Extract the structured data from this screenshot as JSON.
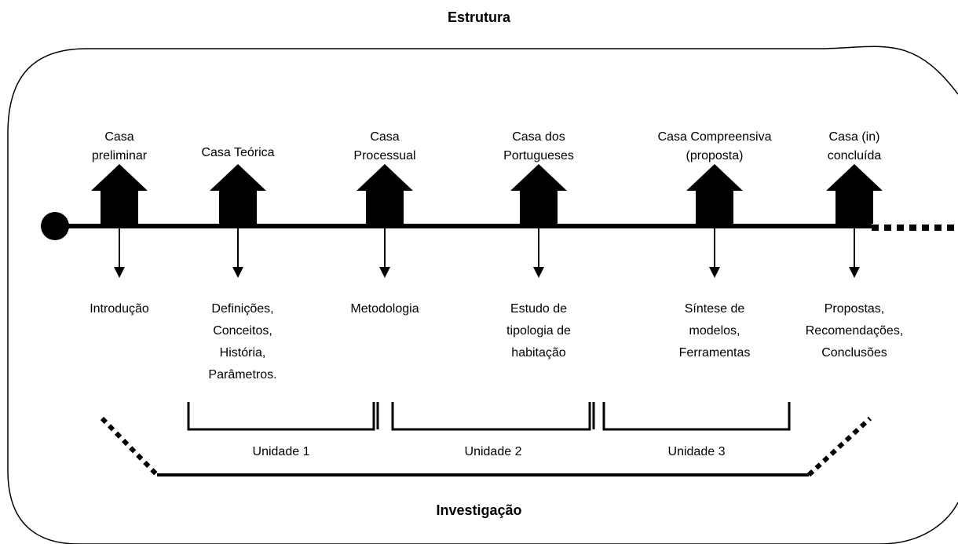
{
  "title": "Estrutura",
  "footer": "Investigação",
  "stages": [
    {
      "house_lines": [
        "Casa",
        "preliminar"
      ],
      "desc_lines": [
        "Introdução"
      ]
    },
    {
      "house_lines": [
        "Casa Teórica"
      ],
      "desc_lines": [
        "Definições,",
        "Conceitos,",
        "História,",
        "Parâmetros."
      ]
    },
    {
      "house_lines": [
        "Casa",
        "Processual"
      ],
      "desc_lines": [
        "Metodologia"
      ]
    },
    {
      "house_lines": [
        "Casa dos",
        "Portugueses"
      ],
      "desc_lines": [
        "Estudo de",
        "tipologia de",
        "habitação"
      ]
    },
    {
      "house_lines": [
        "Casa Compreensiva",
        "(proposta)"
      ],
      "desc_lines": [
        "Síntese de",
        "modelos,",
        "Ferramentas"
      ]
    },
    {
      "house_lines": [
        "Casa (in)",
        "concluída"
      ],
      "desc_lines": [
        "Propostas,",
        "Recomendações,",
        "Conclusões"
      ]
    }
  ],
  "units": [
    "Unidade 1",
    "Unidade 2",
    "Unidade 3"
  ]
}
